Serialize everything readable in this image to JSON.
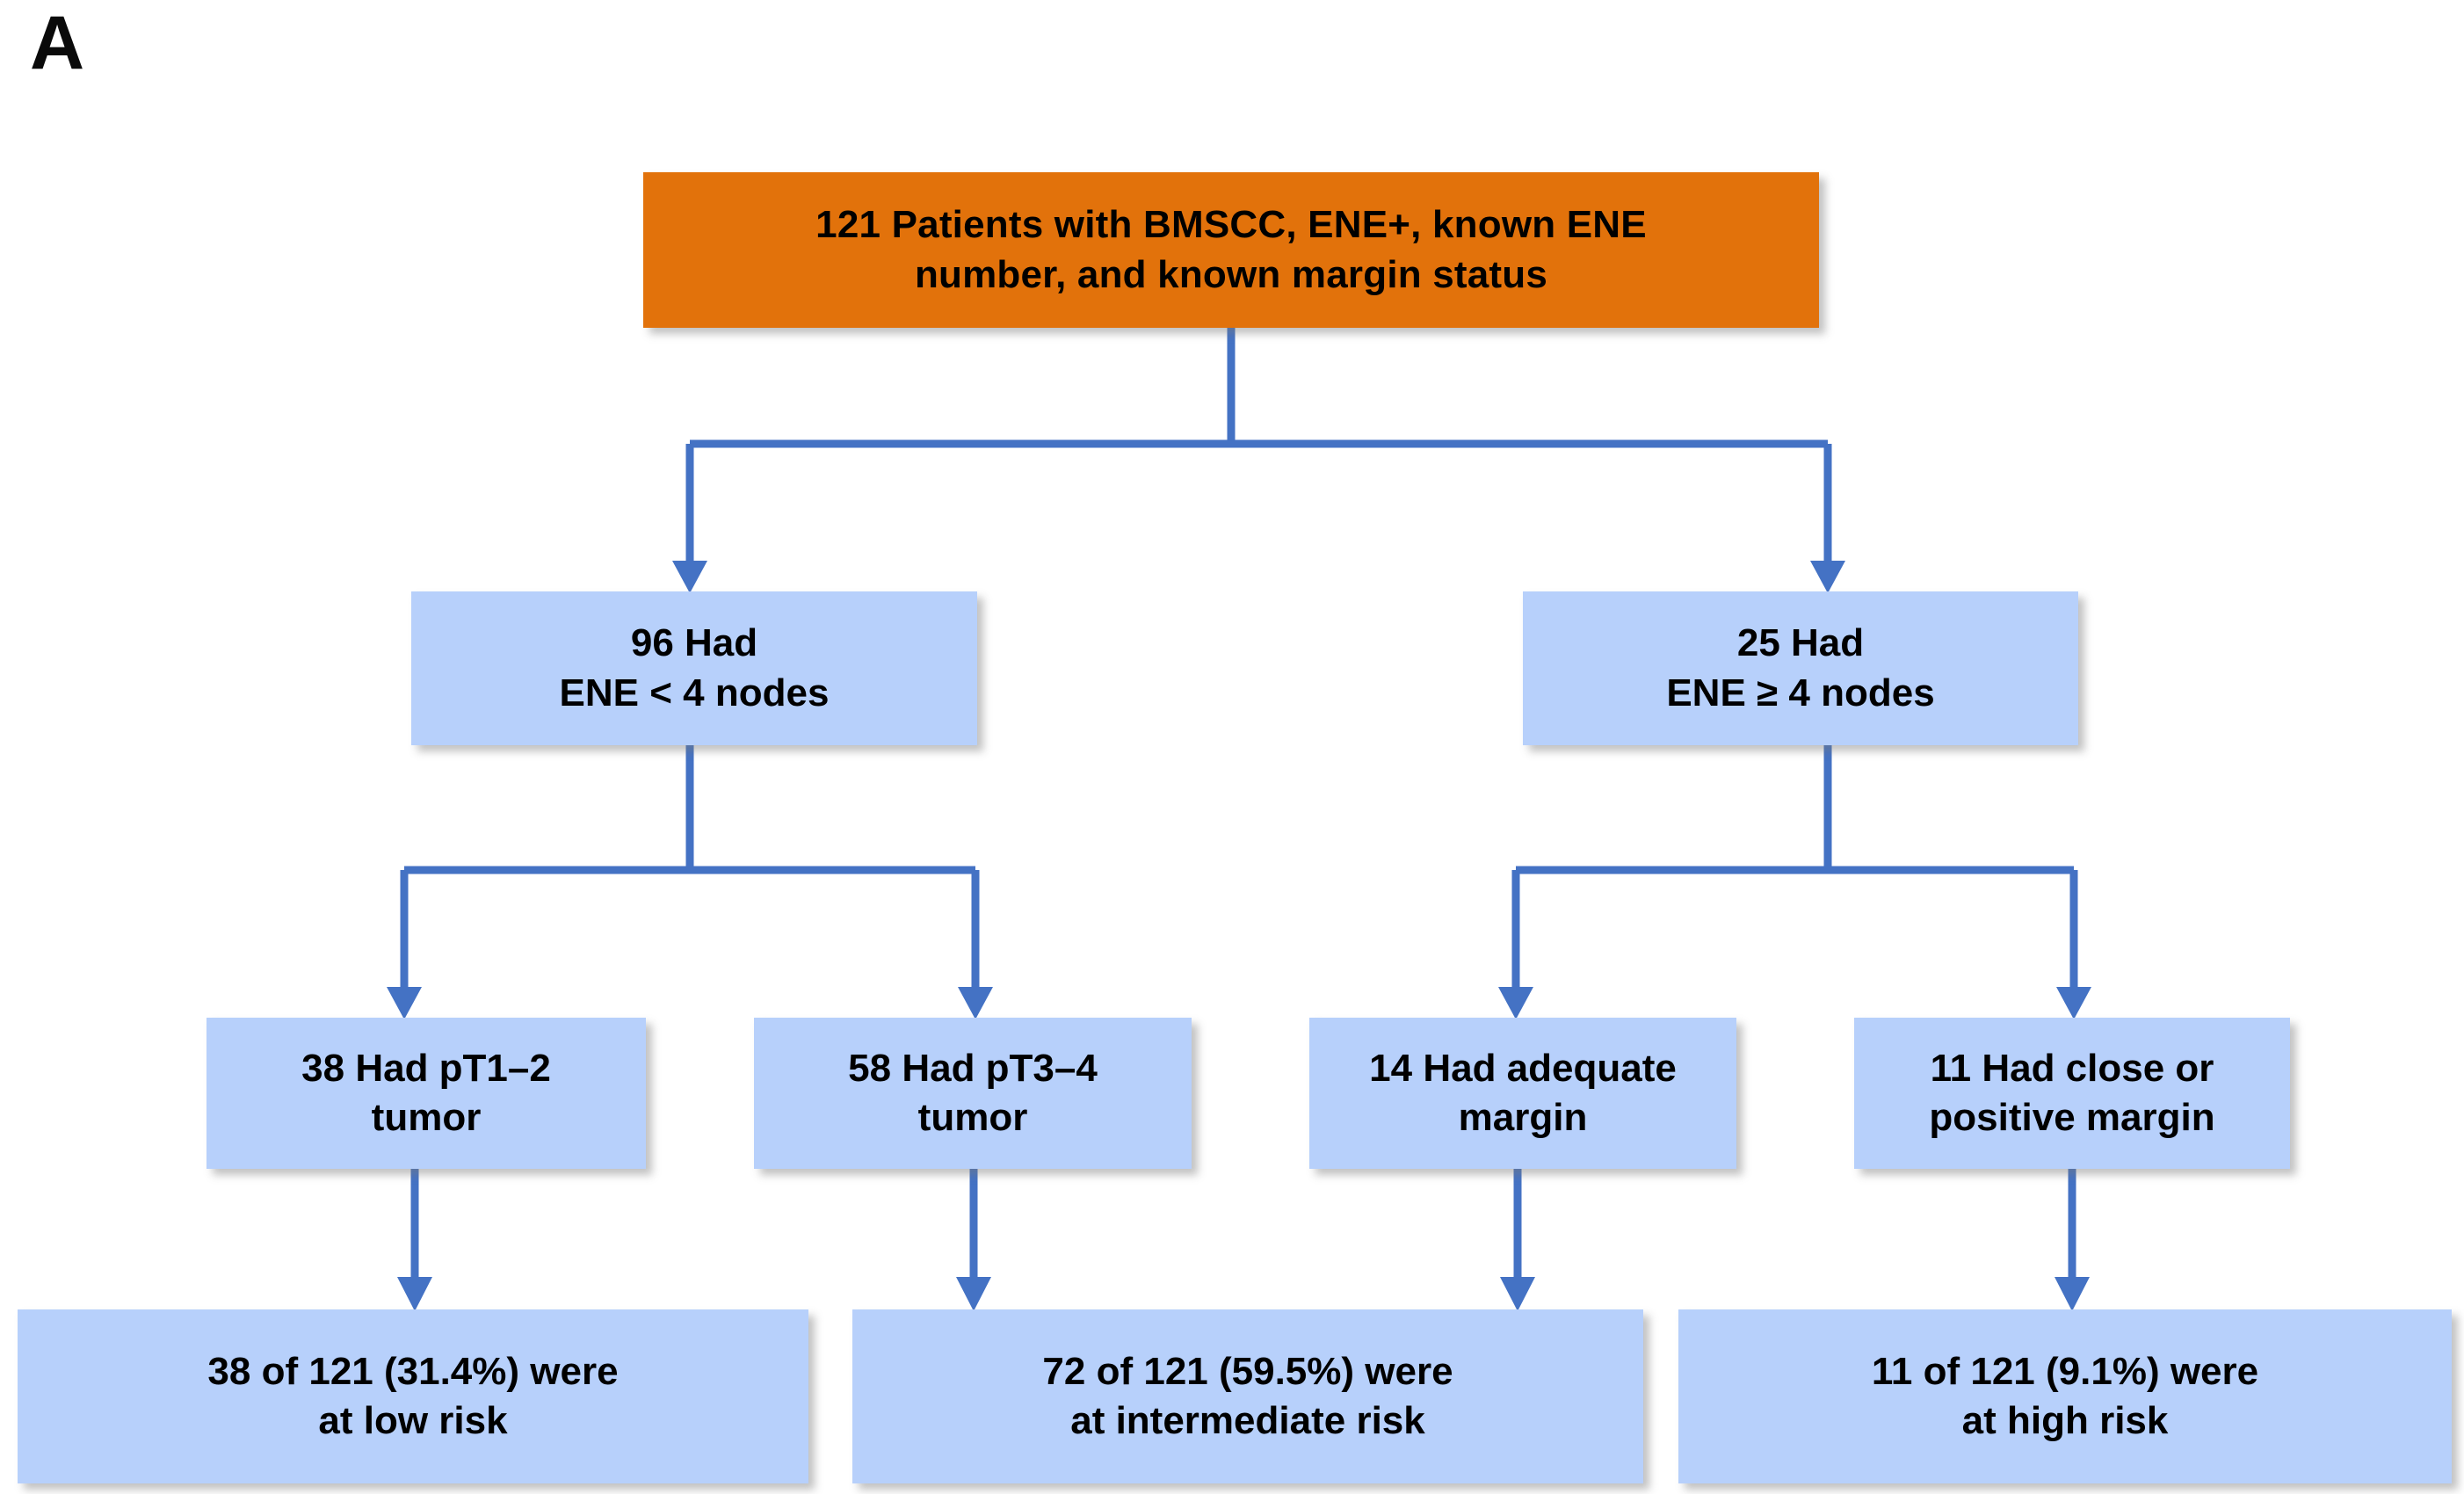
{
  "figure": {
    "panel_label": "A",
    "type": "flowchart",
    "colors": {
      "root_fill": "#E2720B",
      "node_fill": "#B7D0FB",
      "connector": "#4472C4",
      "text": "#000000",
      "background": "#FFFFFF"
    }
  },
  "nodes": {
    "root": {
      "id": "root",
      "label": "121 Patients with BMSCC, ENE+, known ENE\nnumber, and known margin status",
      "count": 121,
      "level": 1
    },
    "level2": [
      {
        "id": "ene-lt-4",
        "label": "96 Had\nENE < 4 nodes",
        "count": 96,
        "level": 2
      },
      {
        "id": "ene-ge-4",
        "label": "25 Had\nENE ≥ 4 nodes",
        "count": 25,
        "level": 2
      }
    ],
    "level3": [
      {
        "id": "pt1-2",
        "label": "38 Had pT1–2\ntumor",
        "count": 38,
        "level": 3
      },
      {
        "id": "pt3-4",
        "label": "58 Had pT3–4\ntumor",
        "count": 58,
        "level": 3
      },
      {
        "id": "adequate-margin",
        "label": "14 Had adequate\nmargin",
        "count": 14,
        "level": 3
      },
      {
        "id": "close-positive-margin",
        "label": "11 Had close or\npositive margin",
        "count": 11,
        "level": 3
      }
    ],
    "level4": [
      {
        "id": "low-risk",
        "label": "38 of 121 (31.4%) were\nat low risk",
        "numerator": 38,
        "denominator": 121,
        "percent": "31.4%",
        "risk": "low",
        "level": 4
      },
      {
        "id": "intermediate-risk",
        "label": "72 of 121 (59.5%) were\nat intermediate risk",
        "numerator": 72,
        "denominator": 121,
        "percent": "59.5%",
        "risk": "intermediate",
        "level": 4
      },
      {
        "id": "high-risk",
        "label": "11 of 121 (9.1%) were\nat high risk",
        "numerator": 11,
        "denominator": 121,
        "percent": "9.1%",
        "risk": "high",
        "level": 4
      }
    ]
  }
}
